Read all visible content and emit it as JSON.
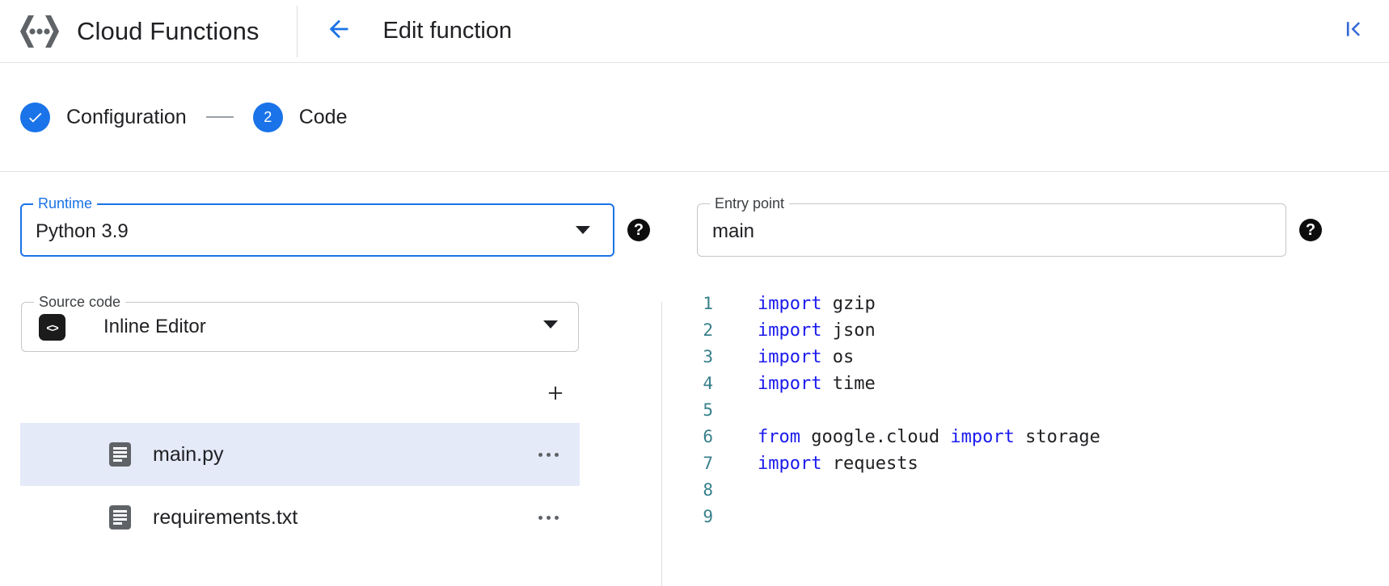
{
  "header": {
    "brand_title": "Cloud Functions",
    "brand_logo_icon": "cloud-functions-logo",
    "back_icon": "arrow-left-icon",
    "page_title": "Edit function",
    "collapse_icon": "first-page-icon"
  },
  "stepper": {
    "steps": [
      {
        "marker": "✓",
        "label": "Configuration",
        "state": "completed"
      },
      {
        "marker": "2",
        "label": "Code",
        "state": "active"
      }
    ]
  },
  "form": {
    "runtime": {
      "legend": "Runtime",
      "value": "Python 3.9",
      "help_glyph": "?",
      "focused": true
    },
    "entry_point": {
      "legend": "Entry point",
      "value": "main",
      "help_glyph": "?",
      "focused": false
    },
    "source_code": {
      "legend": "Source code",
      "value": "Inline Editor",
      "icon_glyph": "<>"
    }
  },
  "files": {
    "add_glyph": "+",
    "menu_glyph": "…",
    "items": [
      {
        "name": "main.py",
        "selected": true
      },
      {
        "name": "requirements.txt",
        "selected": false
      }
    ]
  },
  "editor": {
    "lines": [
      {
        "num": "1",
        "tokens": [
          {
            "t": "import",
            "c": "kw"
          },
          {
            "t": " gzip",
            "c": "id"
          }
        ]
      },
      {
        "num": "2",
        "tokens": [
          {
            "t": "import",
            "c": "kw"
          },
          {
            "t": " json",
            "c": "id"
          }
        ]
      },
      {
        "num": "3",
        "tokens": [
          {
            "t": "import",
            "c": "kw"
          },
          {
            "t": " os",
            "c": "id"
          }
        ]
      },
      {
        "num": "4",
        "tokens": [
          {
            "t": "import",
            "c": "kw"
          },
          {
            "t": " time",
            "c": "id"
          }
        ]
      },
      {
        "num": "5",
        "tokens": []
      },
      {
        "num": "6",
        "tokens": [
          {
            "t": "from",
            "c": "kw"
          },
          {
            "t": " google.cloud ",
            "c": "id"
          },
          {
            "t": "import",
            "c": "kw"
          },
          {
            "t": " storage",
            "c": "id"
          }
        ]
      },
      {
        "num": "7",
        "tokens": [
          {
            "t": "import",
            "c": "kw"
          },
          {
            "t": " requests",
            "c": "id"
          }
        ]
      },
      {
        "num": "8",
        "tokens": []
      },
      {
        "num": "9",
        "tokens": []
      }
    ]
  },
  "colors": {
    "accent": "#1a73e8",
    "selected_row": "#e4eaf8",
    "line_number": "#37808b",
    "keyword": "#1a1aee",
    "text": "#202124"
  }
}
